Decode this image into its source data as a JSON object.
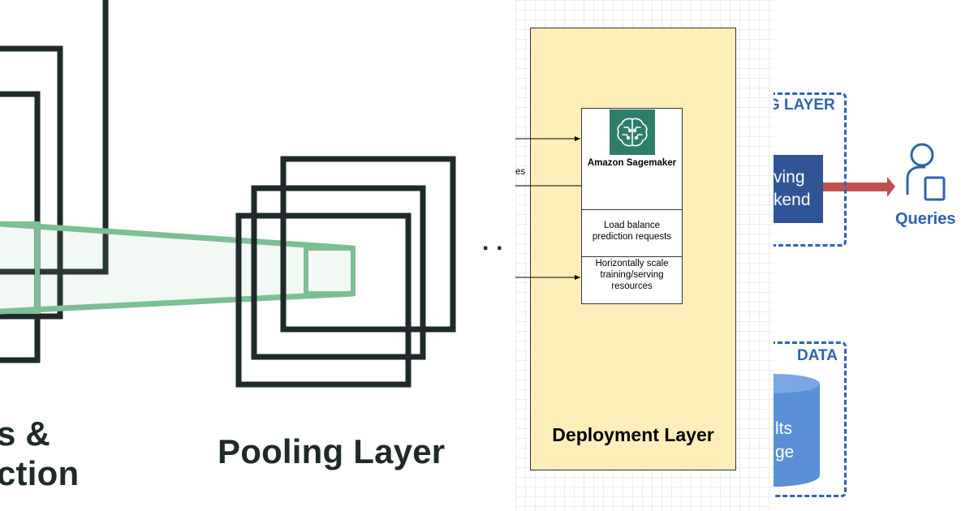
{
  "cnn_panel": {
    "label_fragment_line1": "s &",
    "label_fragment_line2": "ction",
    "pooling_label": "Pooling Layer",
    "separator": ". ."
  },
  "deploy_panel": {
    "layer_title": "Deployment Layer",
    "service_name": "Amazon Sagemaker",
    "service_icon": "sagemaker-brain-icon",
    "responsibility_1": "Load balance prediction requests",
    "responsibility_2": "Horizontally scale training/serving resources",
    "incoming_edge_label": "es"
  },
  "serve_panel": {
    "serving_heading": "G LAYER",
    "backend_text_line1": "ving",
    "backend_text_line2": "kend",
    "queries_label": "Queries",
    "user_icon": "user-device-icon",
    "data_heading": "DATA",
    "storage_text_line1": "lts",
    "storage_text_line2": "ge"
  },
  "colors": {
    "cnn_frame": "#1f2a2a",
    "cnn_kernel": "#7dbf94",
    "deploy_fill": "#fdeeba",
    "sagemaker_green": "#2e7d6b",
    "brand_blue": "#2f62ae",
    "backend_blue": "#2f5597",
    "cylinder_blue": "#5b8fd6",
    "query_arrow": "#c0504d"
  }
}
